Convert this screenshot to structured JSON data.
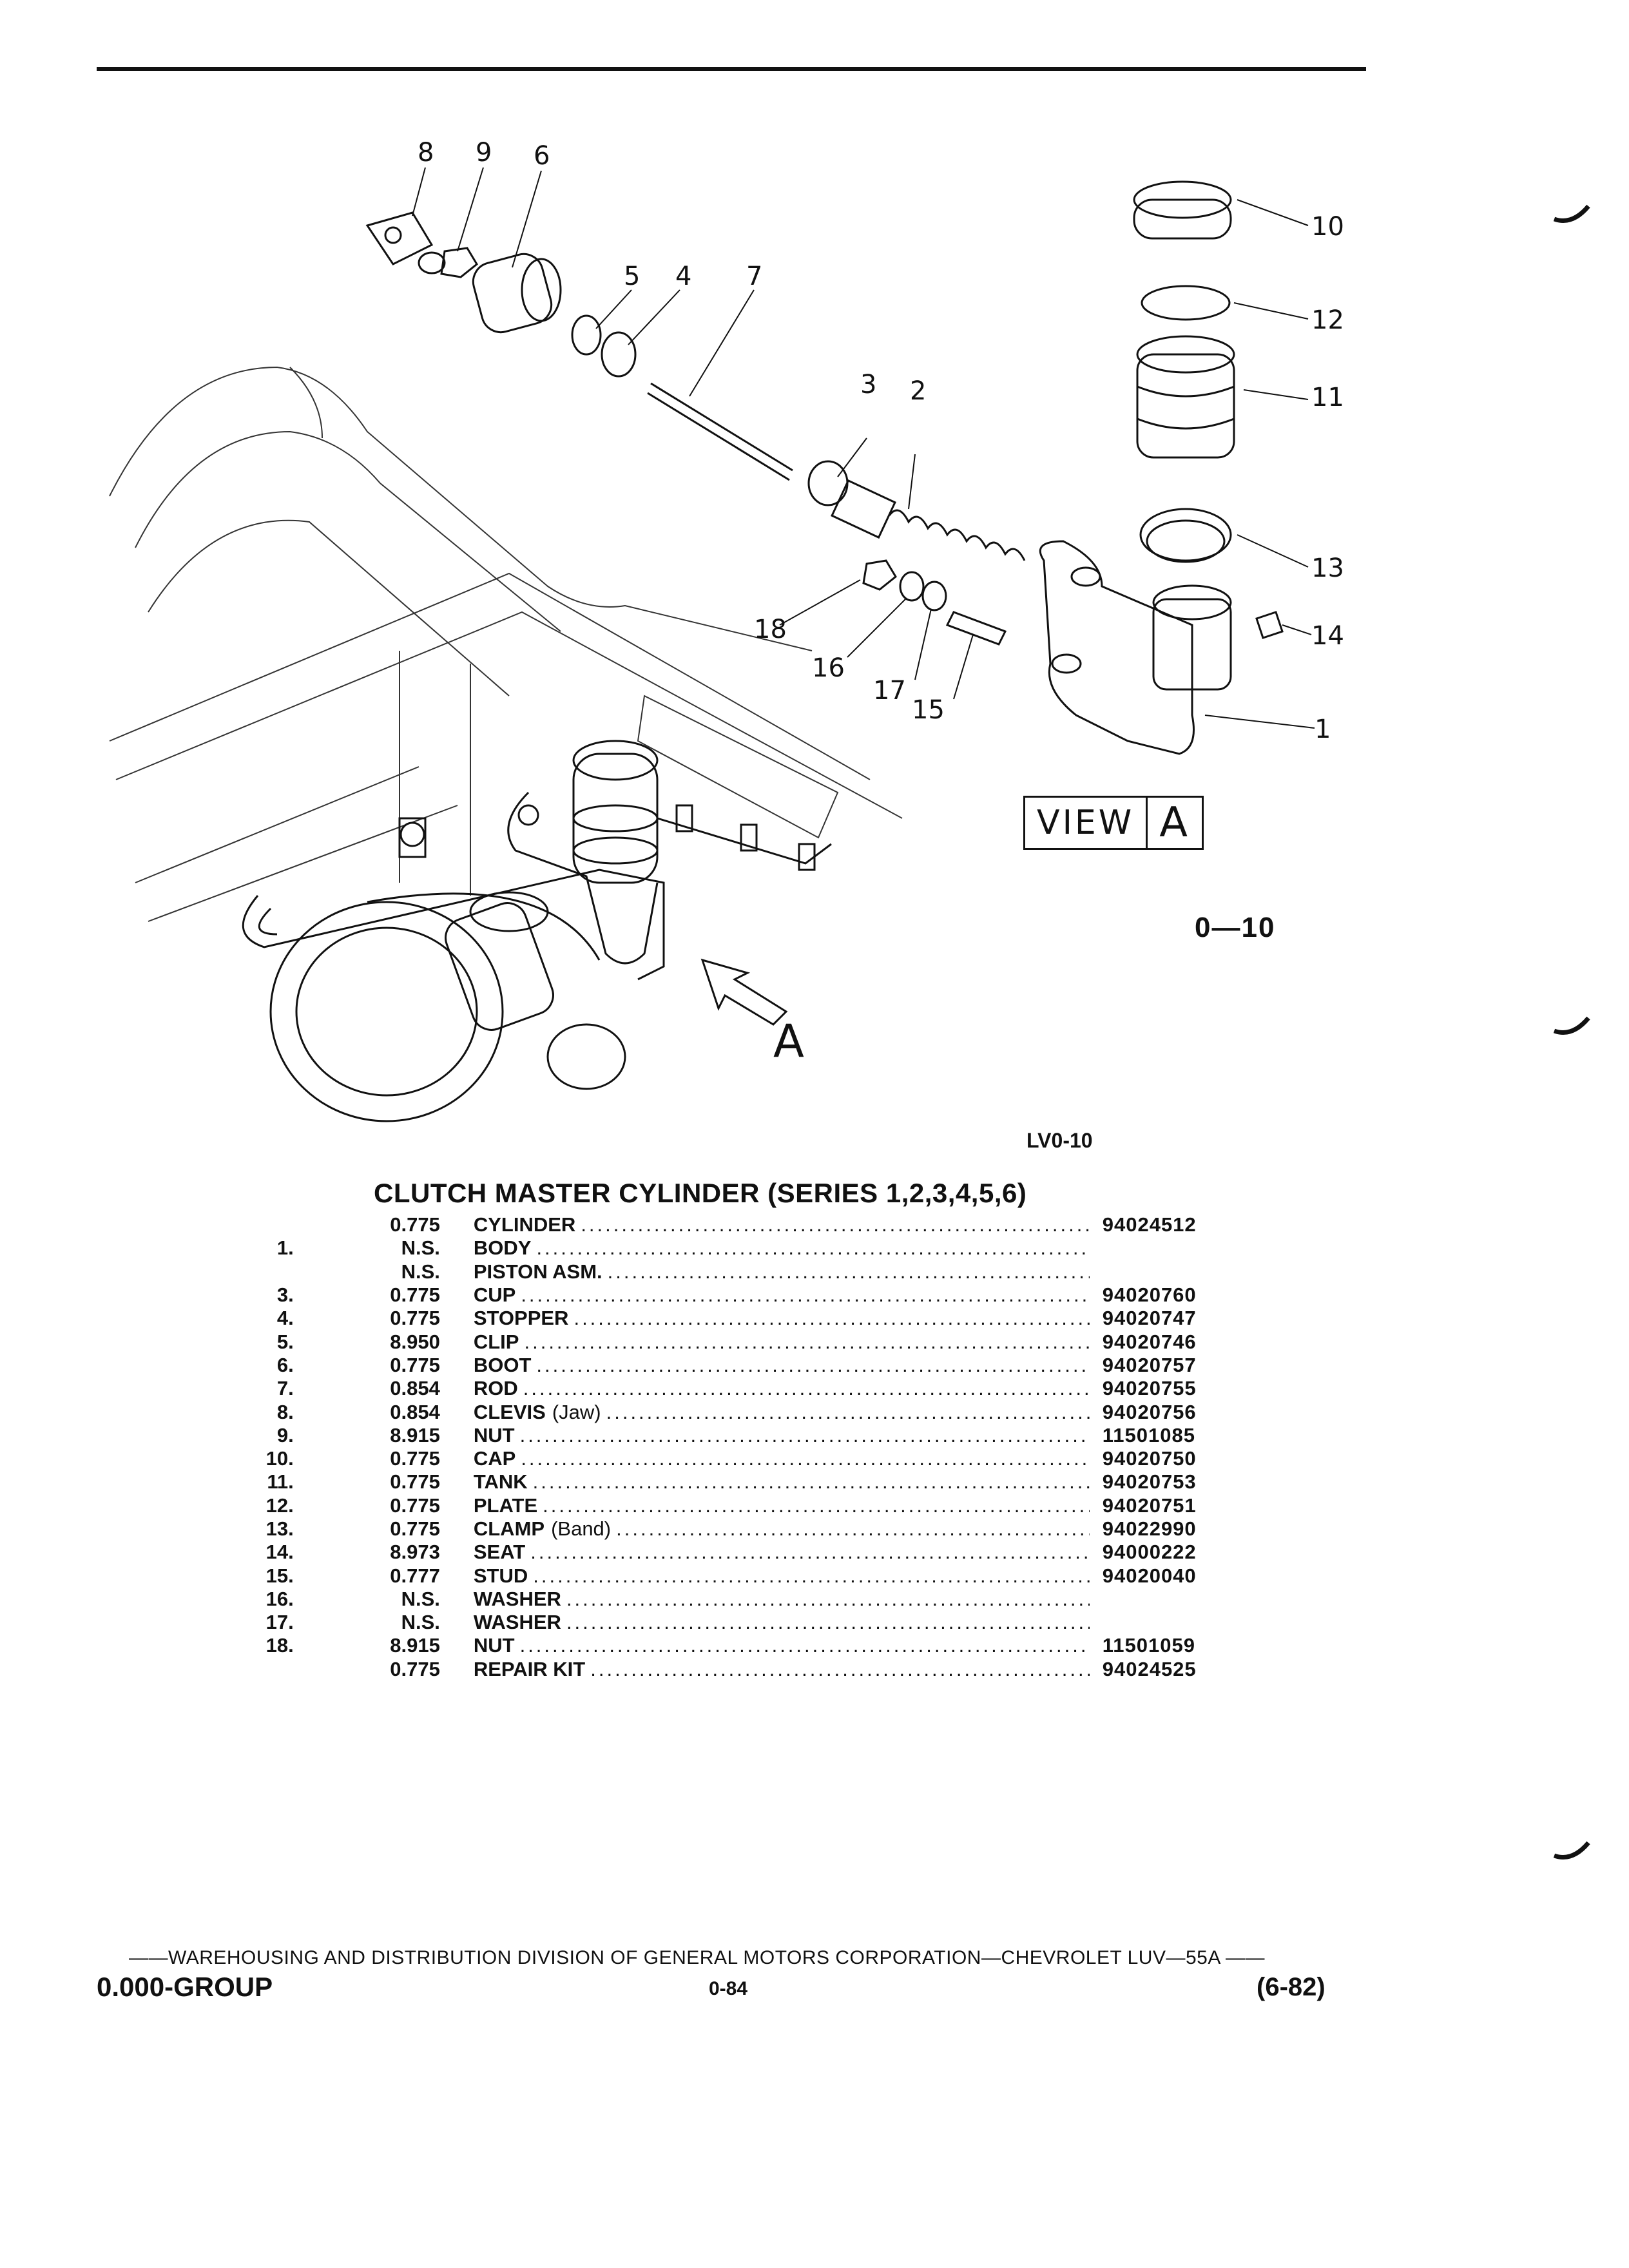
{
  "diagram": {
    "callouts": [
      "8",
      "9",
      "6",
      "5",
      "4",
      "7",
      "3",
      "2",
      "10",
      "12",
      "11",
      "13",
      "14",
      "18",
      "16",
      "17",
      "15",
      "1"
    ],
    "view_label": "VIEW",
    "view_letter": "A",
    "arrow_letter": "A",
    "figure_number": "0—10",
    "illustration_code": "LV0-10"
  },
  "table": {
    "title": "CLUTCH MASTER CYLINDER (SERIES 1,2,3,4,5,6)",
    "rows": [
      {
        "idx": "",
        "code": "0.775",
        "name": "CYLINDER",
        "note": "",
        "pn": "94024512"
      },
      {
        "idx": "1.",
        "code": "N.S.",
        "name": "BODY",
        "note": "",
        "pn": ""
      },
      {
        "idx": "",
        "code": "N.S.",
        "name": "PISTON ASM.",
        "note": "",
        "pn": ""
      },
      {
        "idx": "3.",
        "code": "0.775",
        "name": "CUP",
        "note": "",
        "pn": "94020760"
      },
      {
        "idx": "4.",
        "code": "0.775",
        "name": "STOPPER",
        "note": "",
        "pn": "94020747"
      },
      {
        "idx": "5.",
        "code": "8.950",
        "name": "CLIP",
        "note": "",
        "pn": "94020746"
      },
      {
        "idx": "6.",
        "code": "0.775",
        "name": "BOOT",
        "note": "",
        "pn": "94020757"
      },
      {
        "idx": "7.",
        "code": "0.854",
        "name": "ROD",
        "note": "",
        "pn": "94020755"
      },
      {
        "idx": "8.",
        "code": "0.854",
        "name": "CLEVIS",
        "note": "(Jaw)",
        "pn": "94020756"
      },
      {
        "idx": "9.",
        "code": "8.915",
        "name": "NUT",
        "note": "",
        "pn": "11501085"
      },
      {
        "idx": "10.",
        "code": "0.775",
        "name": "CAP",
        "note": "",
        "pn": "94020750"
      },
      {
        "idx": "11.",
        "code": "0.775",
        "name": "TANK",
        "note": "",
        "pn": "94020753"
      },
      {
        "idx": "12.",
        "code": "0.775",
        "name": "PLATE",
        "note": "",
        "pn": "94020751"
      },
      {
        "idx": "13.",
        "code": "0.775",
        "name": "CLAMP",
        "note": "(Band)",
        "pn": "94022990"
      },
      {
        "idx": "14.",
        "code": "8.973",
        "name": "SEAT",
        "note": "",
        "pn": "94000222"
      },
      {
        "idx": "15.",
        "code": "0.777",
        "name": "STUD",
        "note": "",
        "pn": "94020040"
      },
      {
        "idx": "16.",
        "code": "N.S.",
        "name": "WASHER",
        "note": "",
        "pn": ""
      },
      {
        "idx": "17.",
        "code": "N.S.",
        "name": "WASHER",
        "note": "",
        "pn": ""
      },
      {
        "idx": "18.",
        "code": "8.915",
        "name": "NUT",
        "note": "",
        "pn": "11501059"
      },
      {
        "idx": "",
        "code": "0.775",
        "name": "REPAIR KIT",
        "note": "",
        "pn": "94024525"
      }
    ]
  },
  "footer": {
    "line": "——WAREHOUSING AND DISTRIBUTION  DIVISION OF GENERAL MOTORS CORPORATION—CHEVROLET LUV—55A  ——",
    "group": "0.000-GROUP",
    "page": "0-84",
    "date": "(6-82)"
  }
}
